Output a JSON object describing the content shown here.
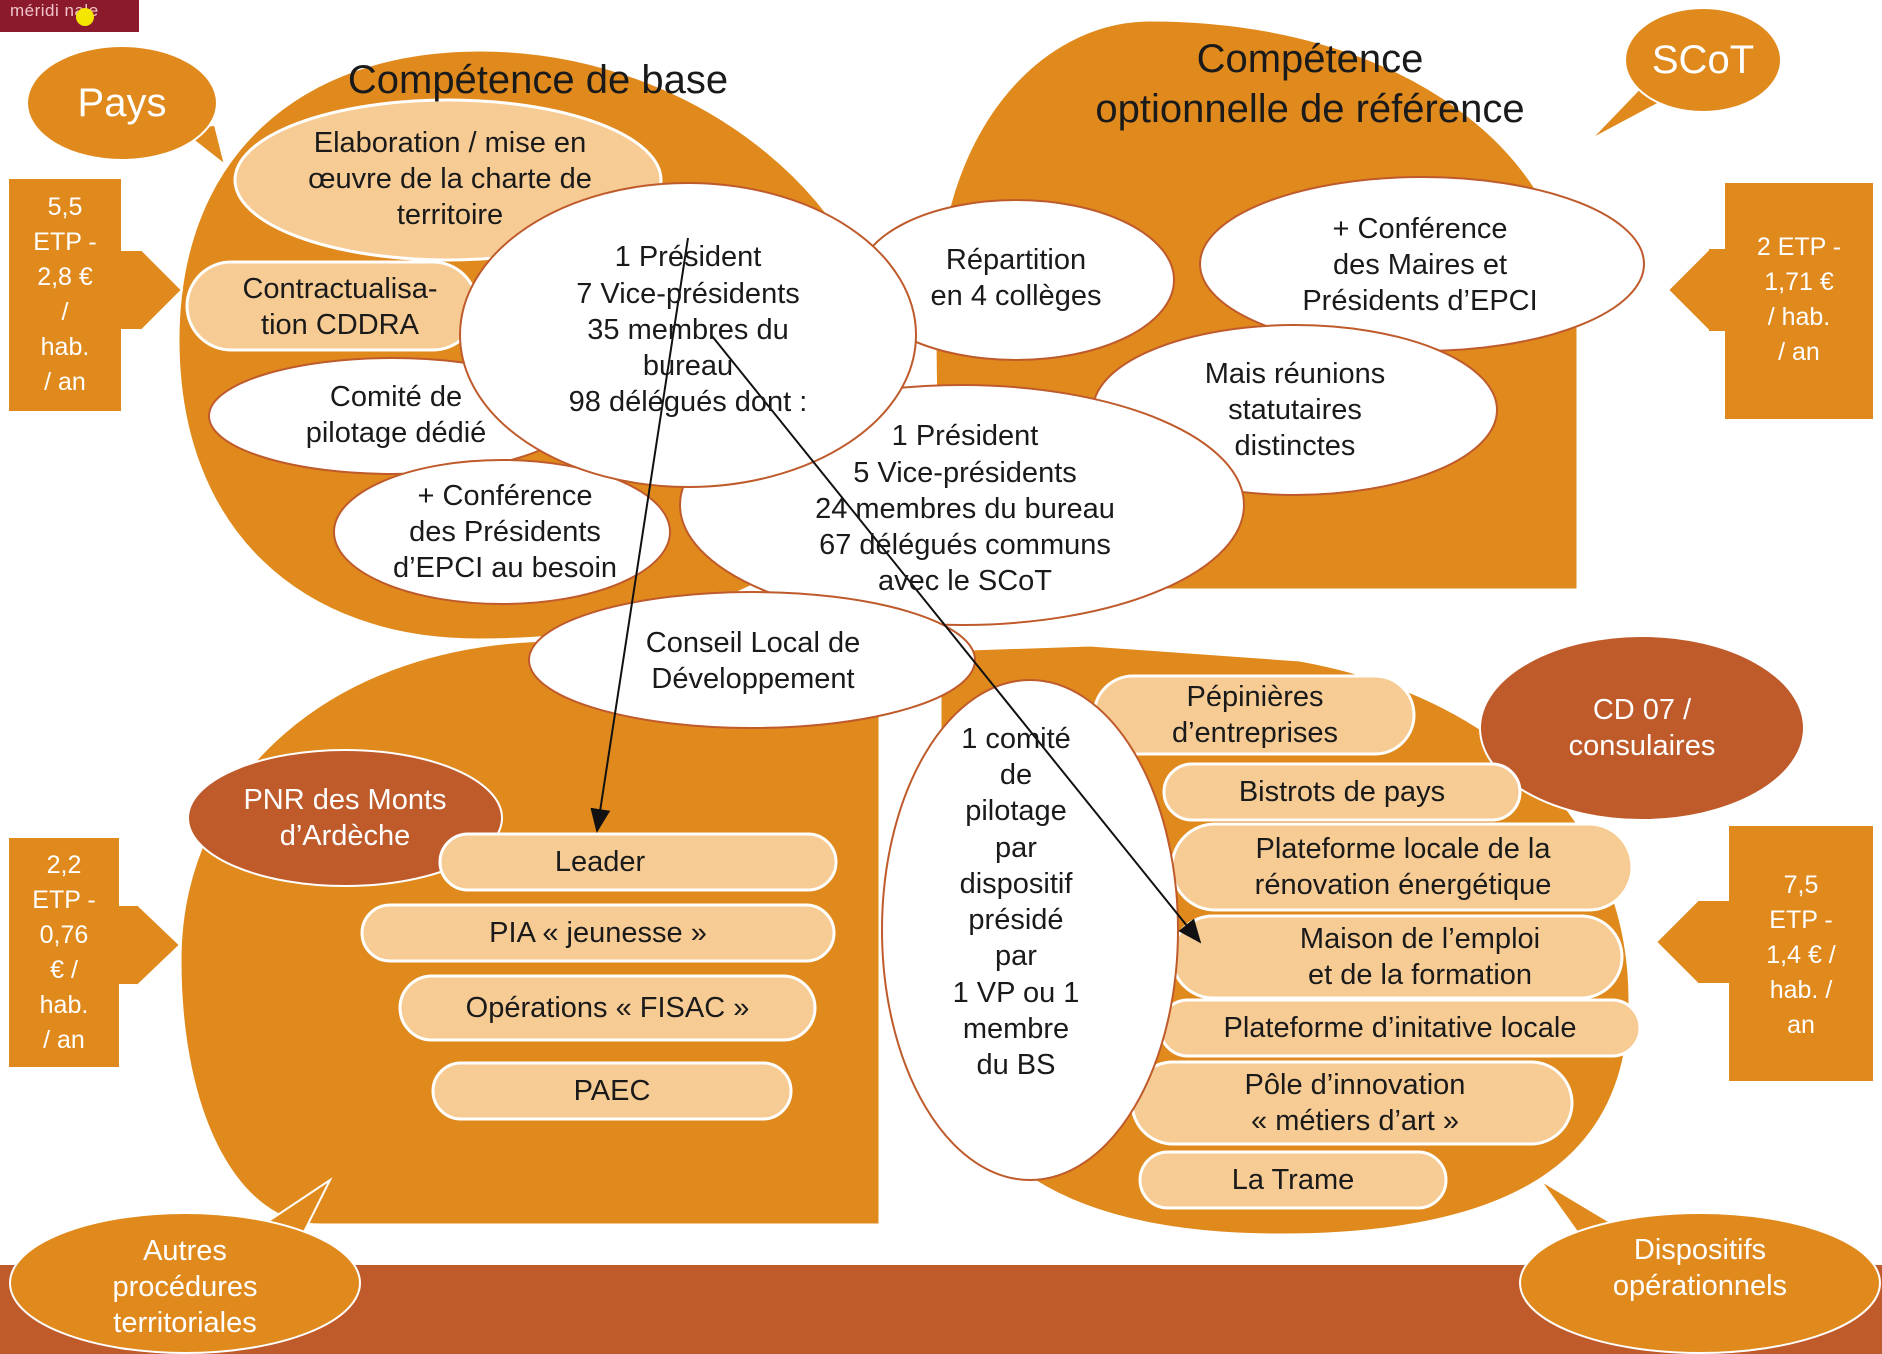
{
  "header": {
    "logo_text": "méridi nale"
  },
  "callouts": {
    "pays": "Pays",
    "scot": "SCoT",
    "cd07": "CD 07 /\nconsulaires",
    "pnr": "PNR des Monts\nd’Ardèche",
    "autres": "Autres\nprocédures\nterritoriales",
    "dispositifs": "Dispositifs\nopérationnels"
  },
  "titles": {
    "base": "Compétence de base",
    "optionnelle": "Compétence\noptionnelle de référence"
  },
  "base_items": {
    "charte": "Elaboration / mise en\nœuvre de la charte de\nterritoire",
    "cddra": "Contractualisa-\ntion CDDRA",
    "comite": "Comité de\npilotage dédié",
    "conference": "+ Conférence\ndes Présidents\nd’EPCI au besoin"
  },
  "governance": {
    "pays_board": "1 Président\n7 Vice-présidents\n35 membres du\nbureau\n98 délégués dont :",
    "scot_board": "1 Président\n5 Vice-présidents\n24 membres du bureau\n67 délégués communs\navec le SCoT",
    "repartition": "Répartition\nen 4 collèges",
    "conference_maires": "+ Conférence\ndes Maires et\nPrésidents d’EPCI",
    "reunions": "Mais réunions\nstatutaires\ndistinctes",
    "cld": "Conseil Local de\nDéveloppement",
    "comite_dispositif": "1 comité\nde\npilotage\npar\ndispositif\nprésidé\npar\n1 VP ou 1\nmembre\ndu BS"
  },
  "procedures": [
    "Leader",
    "PIA « jeunesse »",
    "Opérations « FISAC »",
    "PAEC"
  ],
  "dispositifs": [
    "Pépinières\nd’entreprises",
    "Bistrots de pays",
    "Plateforme locale de la\nrénovation énergétique",
    "Maison de l’emploi\net de la formation",
    "Plateforme d’initative locale",
    "Pôle d’innovation\n« métiers d’art »",
    "La Trame"
  ],
  "staffing": {
    "pays": "5,5\nETP -\n2,8 €\n/\nhab.\n/ an",
    "scot": "2 ETP -\n1,71 €\n/ hab.\n/ an",
    "procedures": "2,2\nETP -\n0,76\n€ /\nhab.\n/ an",
    "dispositifs": "7,5\nETP -\n1,4 € /\nhab. /\nan"
  },
  "colors": {
    "orange": "#e08a1e",
    "peach": "#f6cb94",
    "rust": "#bf5a2b",
    "footer": "#bf5a2b",
    "logo": "#8a1a2c"
  }
}
